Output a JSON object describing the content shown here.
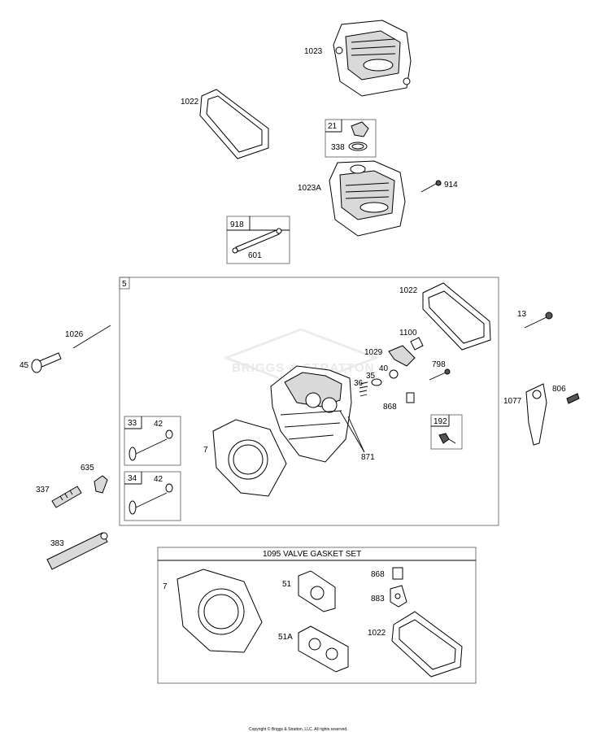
{
  "watermark": "BRIGGS & STRATTON",
  "copyright": "Copyright © Briggs & Stratton, LLC. All rights reserved.",
  "kit_title": "1095 VALVE GASKET SET",
  "labels": {
    "p1023": "1023",
    "p1022_top": "1022",
    "p21": "21",
    "p338": "338",
    "p1023A": "1023A",
    "p914": "914",
    "p918": "918",
    "p601": "601",
    "p5": "5",
    "p1022_mid": "1022",
    "p13": "13",
    "p1026": "1026",
    "p45": "45",
    "p1100": "1100",
    "p1029": "1029",
    "p40": "40",
    "p35": "35",
    "p36": "36",
    "p798": "798",
    "p868_mid": "868",
    "p1077": "1077",
    "p806": "806",
    "p192": "192",
    "p871": "871",
    "p33": "33",
    "p42_a": "42",
    "p7_mid": "7",
    "p34": "34",
    "p42_b": "42",
    "p635": "635",
    "p337": "337",
    "p383": "383",
    "p7_kit": "7",
    "p51": "51",
    "p51A": "51A",
    "p868_kit": "868",
    "p883": "883",
    "p1022_kit": "1022"
  }
}
